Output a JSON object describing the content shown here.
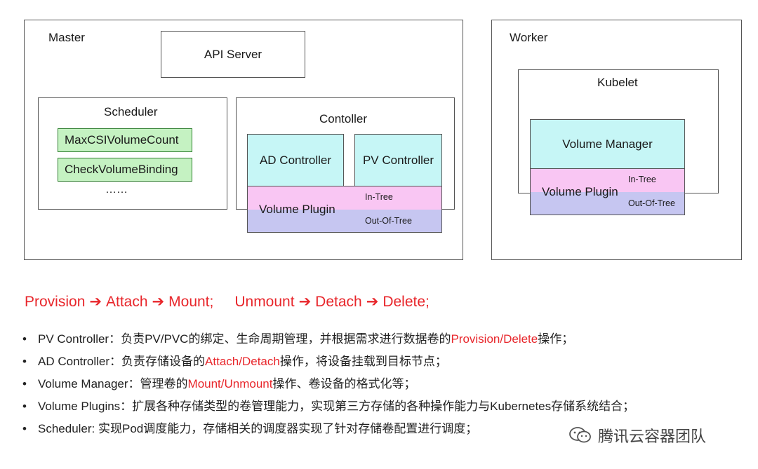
{
  "master": {
    "title": "Master",
    "api_server": "API Server",
    "scheduler": {
      "title": "Scheduler",
      "plugins": [
        "MaxCSIVolumeCount",
        "CheckVolumeBinding"
      ],
      "more": "……"
    },
    "controller": {
      "title": "Contoller",
      "ad": "AD Controller",
      "pv": "PV Controller",
      "plugin": {
        "name": "Volume Plugin",
        "in_tree": "In-Tree",
        "out_tree": "Out-Of-Tree"
      }
    }
  },
  "worker": {
    "title": "Worker",
    "kubelet": "Kubelet",
    "volume_manager": "Volume Manager",
    "plugin": {
      "name": "Volume Plugin",
      "in_tree": "In-Tree",
      "out_tree": "Out-Of-Tree"
    }
  },
  "flow": {
    "steps1": [
      "Provision",
      "Attach",
      "Mount;"
    ],
    "steps2": [
      "Unmount",
      "Detach",
      "Delete;"
    ],
    "arrow": "➔"
  },
  "bullets": {
    "b1": {
      "pre": "PV Controller：负责PV/PVC的绑定、生命周期管理，并根据需求进行数据卷的",
      "hl": "Provision/Delete",
      "post": "操作；"
    },
    "b2": {
      "pre": "AD Controller：负责存储设备的",
      "hl": "Attach/Detach",
      "post": "操作，将设备挂载到目标节点；"
    },
    "b3": {
      "pre": "Volume Manager：管理卷的",
      "hl": "Mount/Unmount",
      "post": "操作、卷设备的格式化等；"
    },
    "b4": {
      "text": "Volume Plugins：扩展各种存储类型的卷管理能力，实现第三方存储的各种操作能力与Kubernetes存储系统结合；"
    },
    "b5": {
      "text": "Scheduler: 实现Pod调度能力，存储相关的调度器实现了针对存储卷配置进行调度；"
    }
  },
  "watermark": "腾讯云容器团队",
  "colors": {
    "highlight": "#e8262b",
    "green": "#c5f2c2",
    "cyan": "#c6f6f6",
    "pink": "#f9c6f3",
    "lavender": "#c6c6f1"
  }
}
